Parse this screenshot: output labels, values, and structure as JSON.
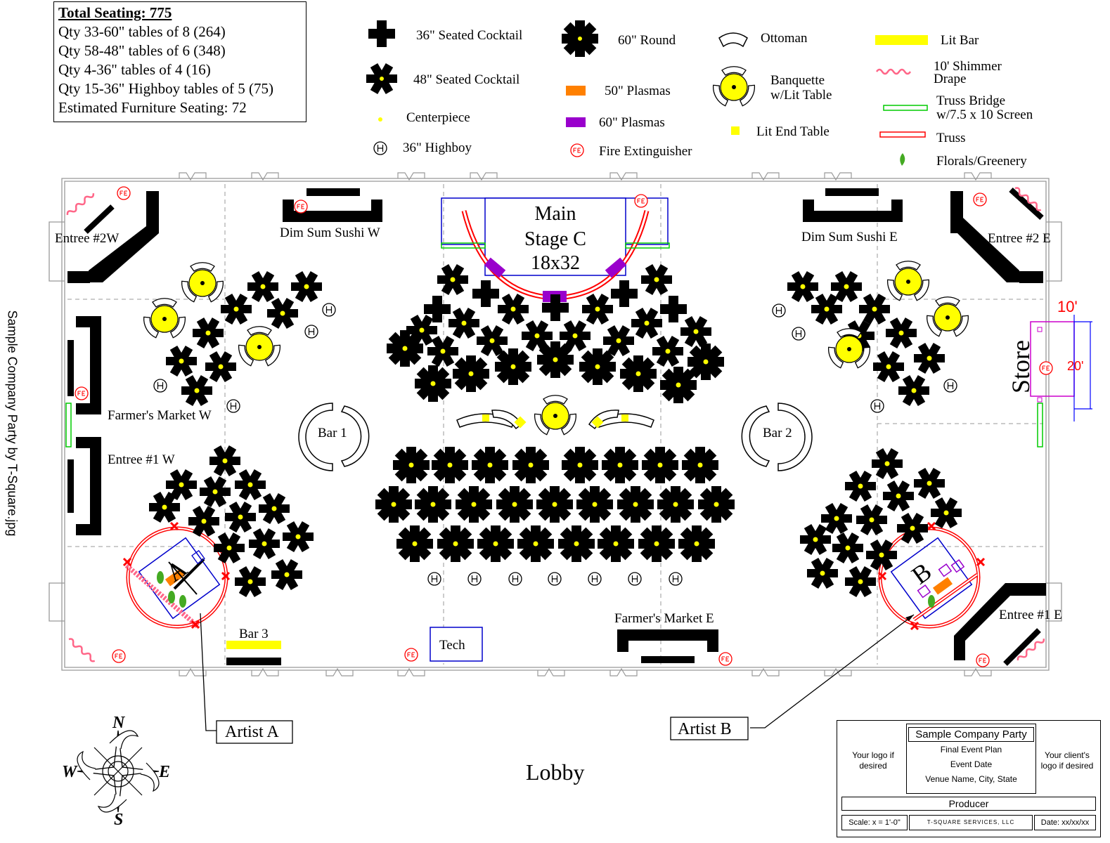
{
  "seating": {
    "title": "Total Seating: 775",
    "lines": [
      "Qty 33-60\" tables of 8  (264)",
      "Qty 58-48\" tables of 6  (348)",
      "Qty 4-36\" tables of 4  (16)",
      "Qty 15-36\" Highboy tables of 5 (75)",
      "Estimated Furniture Seating: 72"
    ]
  },
  "legend": {
    "seated_cocktail_36": "36\" Seated Cocktail",
    "seated_cocktail_48": "48\" Seated Cocktail",
    "centerpiece": "Centerpiece",
    "highboy": "36\" Highboy",
    "round_60": "60\" Round",
    "plasma_50": "50\" Plasmas",
    "plasma_60": "60\" Plasmas",
    "fire_ext": "Fire Extinguisher",
    "ottoman": "Ottoman",
    "banquette_1": "Banquette",
    "banquette_2": "w/Lit Table",
    "lit_end_table": "Lit End Table",
    "lit_bar": "Lit Bar",
    "drape_1": "10' Shimmer",
    "drape_2": "Drape",
    "truss_bridge_1": "Truss Bridge",
    "truss_bridge_2": "w/7.5 x 10  Screen",
    "truss": "Truss",
    "florals": "Florals/Greenery"
  },
  "labels": {
    "entree_2w": "Entree #2W",
    "dim_sum_w": "Dim Sum Sushi W",
    "main_stage_1": "Main",
    "main_stage_2": "Stage C",
    "main_stage_3": "18x32",
    "dim_sum_e": "Dim Sum Sushi E",
    "entree_2e": "Entree #2 E",
    "farmers_w": "Farmer's Market W",
    "entree_1w": "Entree #1 W",
    "bar1": "Bar 1",
    "bar2": "Bar 2",
    "bar3": "Bar 3",
    "tech": "Tech",
    "farmers_e": "Farmer's Market E",
    "entree_1e": "Entree #1 E",
    "store": "Store",
    "dim_10": "10'",
    "dim_20": "20'",
    "artist_a": "Artist A",
    "artist_b": "Artist B",
    "artist_a_letter": "A",
    "artist_b_letter": "B",
    "lobby": "Lobby",
    "fe": "FE",
    "highboy_mark": "H"
  },
  "compass": {
    "n": "N",
    "s": "S",
    "e": "E",
    "w": "W"
  },
  "side_caption": "Sample Company Party by T-Square.jpg",
  "title_block": {
    "left_logo": "Your logo if desired",
    "right_logo": "Your client's logo if desired",
    "event": "Sample Company Party",
    "plan": "Final Event Plan",
    "date": "Event Date",
    "venue": "Venue Name, City, State",
    "producer": "Producer",
    "scale": "Scale: x = 1'-0\"",
    "company": "T-SQUARE SERVICES, LLC",
    "date_field": "Date: xx/xx/xx"
  },
  "colors": {
    "table": "#000000",
    "centerpiece": "#ffff00",
    "lit_bar": "#ffff00",
    "plasma_50": "#ff8000",
    "plasma_60": "#9900cc",
    "fire_ext": "#ff0000",
    "drape": "#ff6688",
    "truss_bridge": "#00cc00",
    "truss": "#ff0000",
    "stage_frame": "#0000cc",
    "florals": "#44aa22",
    "store_wall": "#cc00cc",
    "dimension": "#0000ff"
  }
}
